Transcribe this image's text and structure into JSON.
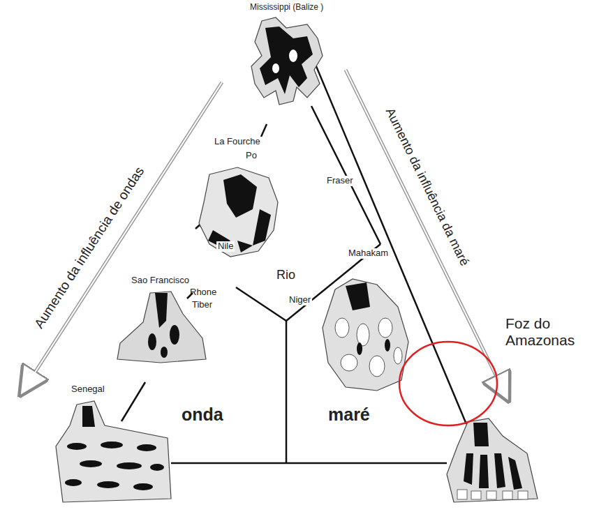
{
  "diagram": {
    "labels": [
      "Mississippi (Balize )",
      "La Fourche",
      "Po",
      "Fraser",
      "Mahakam",
      "Nile",
      "Sao Francisco",
      "Rhone",
      "Tiber",
      "Rio",
      "Niger",
      "Senegal",
      "onda",
      "maré",
      "Aumento da influência de ondas",
      "Aumento da influência da maré",
      "Foz do Amazonas"
    ]
  }
}
